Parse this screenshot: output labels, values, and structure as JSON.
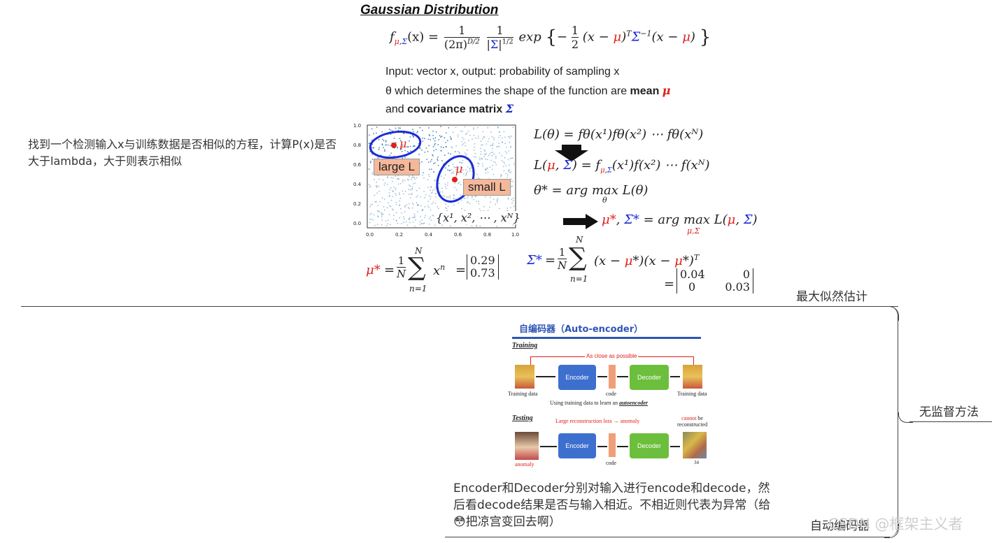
{
  "slide1": {
    "title": "Gaussian Distribution",
    "formula_gaussian": "f_{μ,Σ}(x) = 1/(2π)^{D/2} · 1/|Σ|^{1/2} · exp{ −½ (x − μ)^T Σ^{−1} (x − μ) }",
    "fx_lhs": "f",
    "fx_sub": "μ,Σ",
    "fx_arg": "(x) =",
    "frac1_num": "1",
    "frac1_den": "(2π)",
    "frac1_den_exp": "D/2",
    "frac2_num": "1",
    "frac2_den": "|Σ|",
    "frac2_den_exp": "1/2",
    "exp_text": "exp",
    "exp_body_1": "(x − ",
    "exp_mu1": "μ",
    "exp_body_2": ")",
    "exp_T": "T",
    "exp_sigma": "Σ",
    "exp_inv": "−1",
    "exp_body_3": "(x − ",
    "exp_mu2": "μ",
    "exp_body_4": ")",
    "line_input": "Input: vector x, output: probability of sampling x",
    "line_theta_pre": "θ which determines the shape of the function are ",
    "line_theta_bold": "mean ",
    "line_theta_mu": "μ",
    "line_cov_pre": "and ",
    "line_cov_bold": "covariance matrix ",
    "line_cov_sigma": "Σ",
    "scatter": {
      "x_ticks": [
        "0.0",
        "0.2",
        "0.4",
        "0.6",
        "0.8",
        "1.0"
      ],
      "y_ticks": [
        "1.0",
        "0.8",
        "0.6",
        "0.4",
        "0.2",
        "0.0"
      ],
      "large_label": "large L",
      "small_label": "small L",
      "mu_label": "μ",
      "set_label": "{x¹, x², ⋯ , xᴺ}"
    },
    "eq_L": "L(θ) = fθ(x¹)fθ(x²) ⋯ fθ(xᴺ)",
    "eq_L2_a": "L(",
    "eq_L2_mu": "μ",
    "eq_L2_b": ", ",
    "eq_L2_sigma": "Σ",
    "eq_L2_c": ") = f",
    "eq_L2_rest": "(x¹)f(x²) ⋯ f(xᴺ)",
    "eq_theta": "θ* = arg max L(θ)",
    "eq_theta_sub": "θ",
    "eq_argmax_mu": "μ*",
    "eq_argmax_comma": ", ",
    "eq_argmax_sigma": "Σ*",
    "eq_argmax_rest": " = arg max L(",
    "eq_argmax_rest2": ")",
    "eq_argmax_sub": "μ,Σ",
    "eq_mu_star_lhs": "μ*",
    "eq_mu_star_rest": "= ",
    "eq_mu_star_sum": "x",
    "eq_mu_star_sup": "n",
    "eq_mu_vals": [
      "0.29",
      "0.73"
    ],
    "eq_sigma_star_lhs": "Σ*",
    "eq_sigma_star_rest": "(x − ",
    "eq_sigma_vals": [
      "0.04",
      "0",
      "0",
      "0.03"
    ],
    "sum_top": "N",
    "sum_bottom": "n=1",
    "frac_1": "1",
    "frac_N": "N"
  },
  "note_left": "找到一个检测输入x与训练数据是否相似的方程，计算P(x)是否大于lambda，大于则表示相似",
  "node_mle": "最大似然估计",
  "node_unsupervised": "无监督方法",
  "node_autoencoder": "自动编码器",
  "watermark": "CSDN @框架主义者",
  "slide2": {
    "title": "自编码器（Auto-encoder）",
    "training_label": "Training",
    "close_label": "As close as possible",
    "encoder": "Encoder",
    "decoder": "Decoder",
    "code": "code",
    "training_data": "Training data",
    "using_text_pre": "Using training data to learn an ",
    "using_text_em": "autoencoder",
    "testing_label": "Testing",
    "large_loss": "Large reconstruction loss → anomaly",
    "cannot_red": "cannot",
    "cannot_rest": " be",
    "reconstructed": "reconstructed",
    "anomaly": "anomaly",
    "page_num": "34",
    "accent": "#2f55b5"
  },
  "note_bottom": "Encoder和Decoder分别对输入进行encode和decode，然后看decode结果是否与输入相近。不相近则代表为异常（给😳把凉宫变回去啊）",
  "colors": {
    "red": "#e0201a",
    "blue": "#1a2bd6",
    "salmon": "#f5b89a",
    "encoder_blue": "#3d6fcf",
    "decoder_green": "#6cbf3c"
  }
}
